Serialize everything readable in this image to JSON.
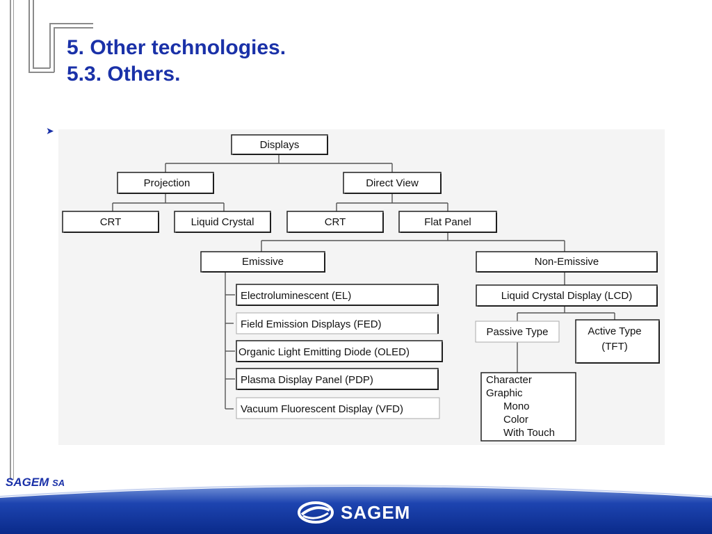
{
  "slide": {
    "title_line1": "5. Other technologies.",
    "title_line2": "5.3. Others.",
    "bullet": "➤",
    "brand": "SAGEM",
    "brand_suffix": "SA",
    "logo_text": "SAGEM"
  },
  "diagram": {
    "root": "Displays",
    "projection": "Projection",
    "direct_view": "Direct View",
    "proj_crt": "CRT",
    "proj_lc": "Liquid Crystal",
    "dv_crt": "CRT",
    "flat_panel": "Flat Panel",
    "emissive": "Emissive",
    "non_emissive": "Non-Emissive",
    "emissive_items": [
      "Electroluminescent (EL)",
      "Field Emission Displays (FED)",
      "Organic Light Emitting Diode (OLED)",
      "Plasma Display Panel (PDP)",
      "Vacuum Fluorescent Display (VFD)"
    ],
    "lcd": "Liquid Crystal Display (LCD)",
    "passive": "Passive Type",
    "active_line1": "Active Type",
    "active_line2": "(TFT)",
    "passive_list": [
      "Character",
      "Graphic",
      "Mono",
      "Color",
      "With Touch"
    ]
  },
  "colors": {
    "title": "#1a31a8",
    "footer_blue": "#0b2a8c",
    "box_border": "#1e1e1e",
    "line": "#555555"
  }
}
